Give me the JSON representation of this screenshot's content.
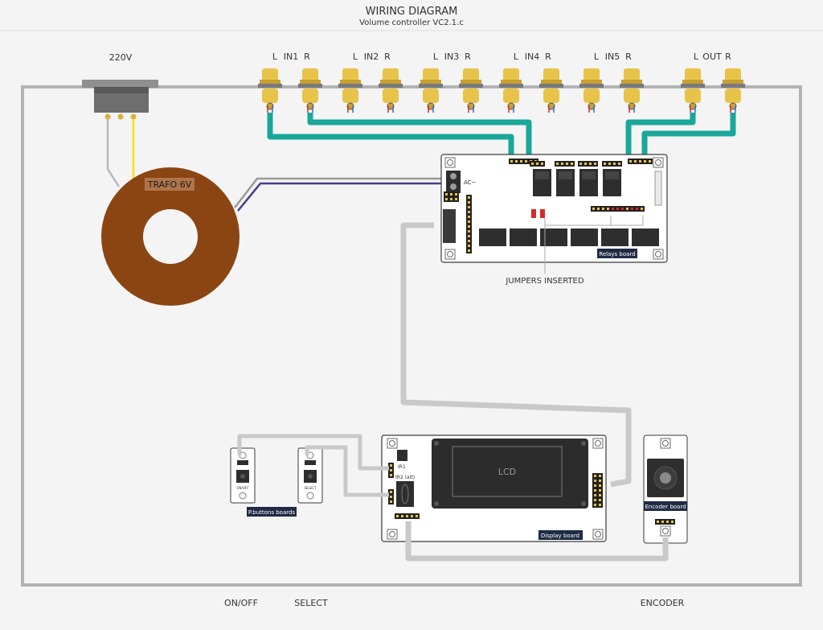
{
  "header": {
    "title": "WIRING DIAGRAM",
    "subtitle": "Volume controller VC2.1.c"
  },
  "mains_label": "220V",
  "inputs": [
    {
      "name": "IN1",
      "left": "L",
      "right": "R"
    },
    {
      "name": "IN2",
      "left": "L",
      "right": "R"
    },
    {
      "name": "IN3",
      "left": "L",
      "right": "R"
    },
    {
      "name": "IN4",
      "left": "L",
      "right": "R"
    },
    {
      "name": "IN5",
      "left": "L",
      "right": "R"
    }
  ],
  "output": {
    "name": "OUT",
    "left": "L",
    "right": "R"
  },
  "transformer_label": "TRAFO 6V",
  "relays_board": {
    "label": "Relays board",
    "ac_label": "AC~"
  },
  "jumpers_label": "JUMPERS INSERTED",
  "display_board": {
    "label": "Display board",
    "lcd": "LCD",
    "ir1": "IR1",
    "ir2": "IR2 (alt)"
  },
  "pbuttons_board": {
    "label": "P.buttons boards",
    "onoff_small": "ON/OFF",
    "select_small": "SELECT"
  },
  "encoder_board": {
    "label": "Encoder board"
  },
  "bottom_labels": {
    "onoff": "ON/OFF",
    "select": "SELECT",
    "encoder": "ENCODER"
  },
  "colors": {
    "trace": "#1aa79a",
    "cable": "#c9c9c9",
    "trafo": "#8b4513",
    "gold": "#e8c34a",
    "board_label": "#1f2a44"
  }
}
